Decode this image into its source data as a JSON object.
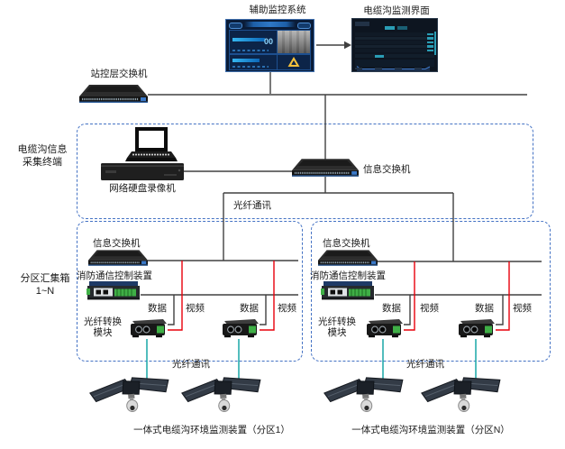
{
  "header": {
    "aux_system_label": "辅助监控系统",
    "monitor_ui_label": "电缆沟监测界面",
    "station_switch_label": "站控层交换机",
    "aux_screen_reading": "00"
  },
  "collection_box": {
    "side_label_line1": "电缆沟信息",
    "side_label_line2": "采集终端",
    "nvr_label": "网络硬盘录像机",
    "switch_label": "信息交换机",
    "fiber_comm_label": "光纤通讯"
  },
  "partition_box": {
    "side_label_line1": "分区汇集箱",
    "side_label_line2": "1~N",
    "switch_label": "信息交换机",
    "fire_control_label": "消防通信控制装置",
    "fiber_module_line1": "光纤转换",
    "fiber_module_line2": "模块",
    "data_label": "数据",
    "video_label": "视频",
    "fiber_comm_label": "光纤通讯"
  },
  "bottom": {
    "left_caption": "一体式电缆沟环境监测装置（分区1）",
    "right_caption": "一体式电缆沟环境监测装置（分区N）"
  },
  "colors": {
    "dashed_border_blue": "#4472C4",
    "line_black": "#404040",
    "line_video_red": "#E8000B",
    "line_fiber_teal": "#18A7A7",
    "terminal_green": "#3FAF46",
    "aux_screen_navy": "#0A1C38",
    "monitor_screen_navy": "#0D1520"
  }
}
